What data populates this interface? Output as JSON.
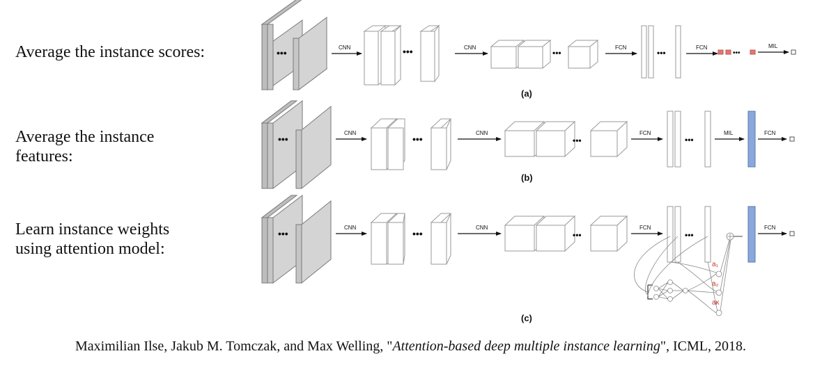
{
  "rows": [
    {
      "label": "Average the instance scores:",
      "caption": "(a)",
      "arrow_labels": [
        "CNN",
        "CNN",
        "FCN",
        "FCN",
        "MIL"
      ],
      "dots": "•••"
    },
    {
      "label": "Average the instance\nfeatures:",
      "caption": "(b)",
      "arrow_labels": [
        "CNN",
        "CNN",
        "FCN",
        "MIL",
        "FCN"
      ],
      "dots": "•••"
    },
    {
      "label": "Learn instance weights\nusing attention model:",
      "caption": "(c)",
      "arrow_labels": [
        "CNN",
        "CNN",
        "FCN",
        "FCN"
      ],
      "attention_weights": [
        "a₁",
        "a₂",
        "aκ"
      ],
      "dots": "•••"
    }
  ],
  "citation": {
    "authors": "Maximilian Ilse, Jakub M. Tomczak, and Max Welling, \"",
    "title": "Attention-based deep multiple instance learning",
    "venue": "\", ICML, 2018."
  },
  "colors": {
    "input_fill": "#d4d4d4",
    "input_stroke": "#7a7a7a",
    "score_fill": "#e07a6e",
    "feature_fill": "#8aa8dc",
    "weight_text": "#c0392b"
  }
}
